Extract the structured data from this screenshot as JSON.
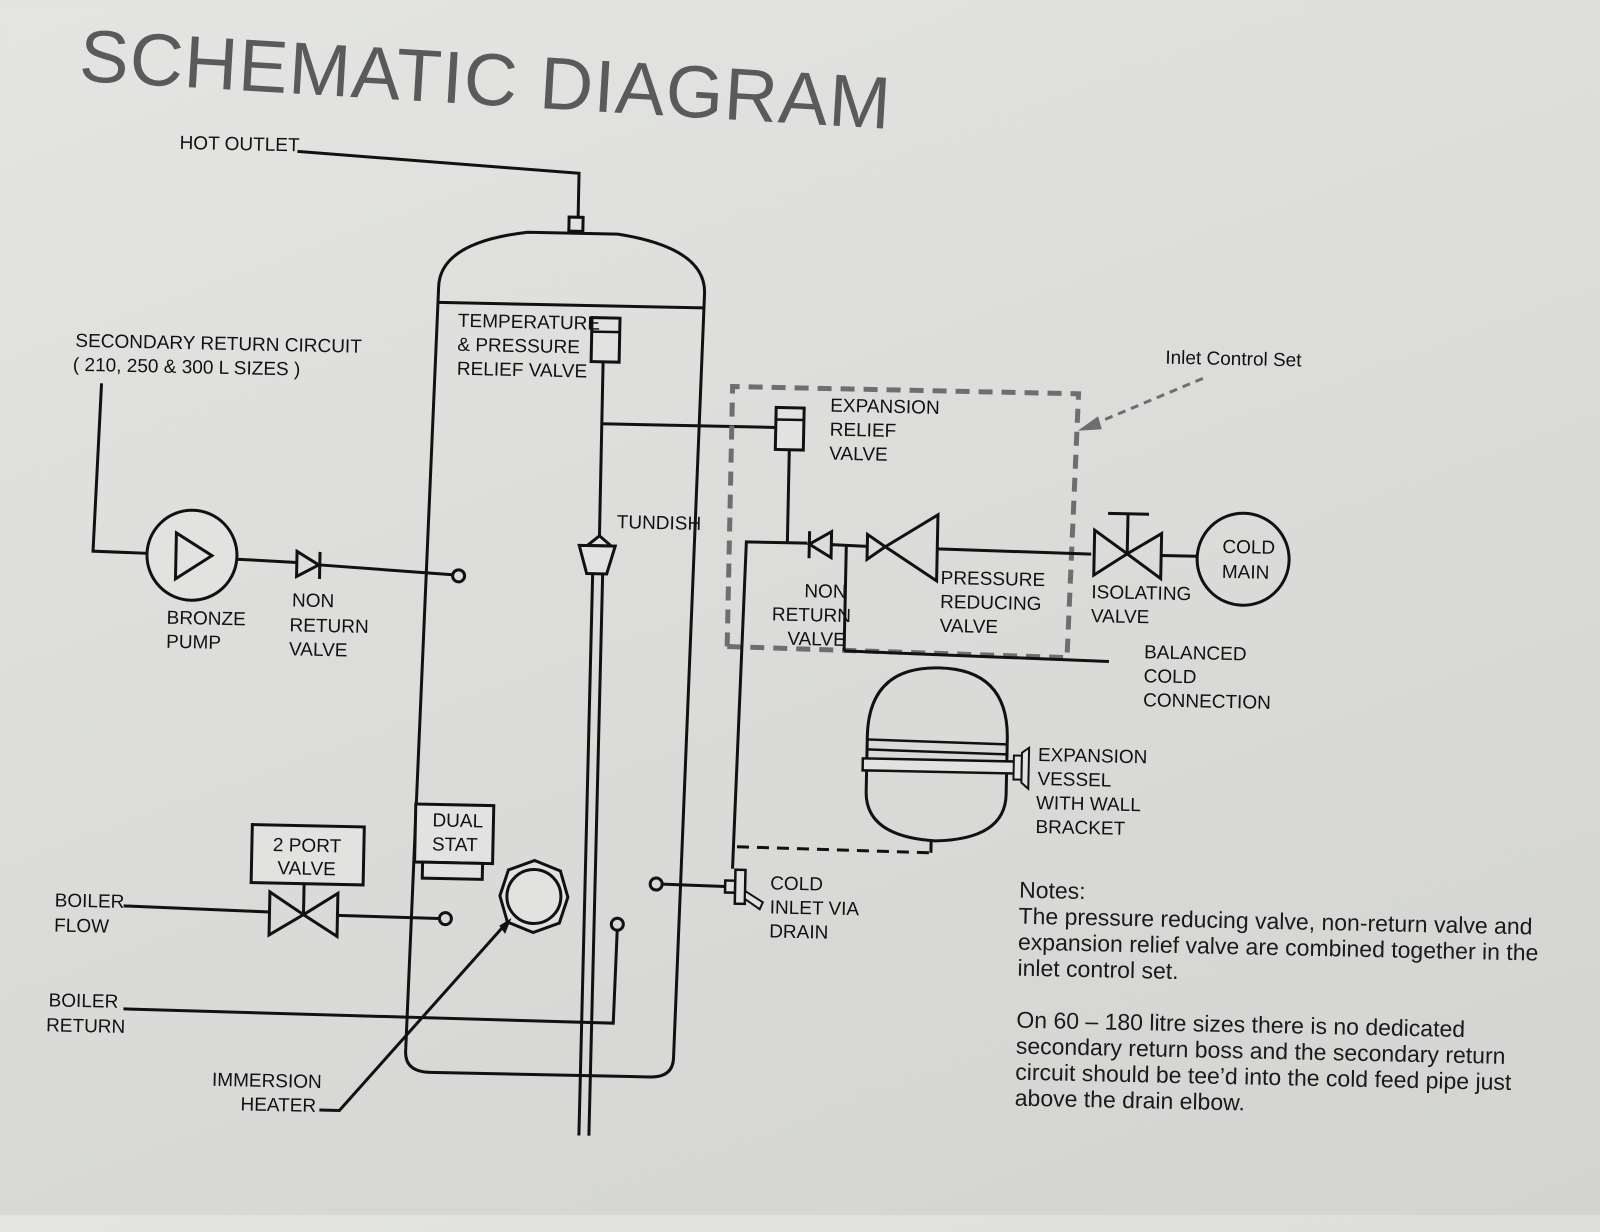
{
  "title": "SCHEMATIC DIAGRAM",
  "labels": {
    "hot_outlet": "HOT OUTLET",
    "secondary_return": [
      "SECONDARY RETURN CIRCUIT",
      "( 210, 250 & 300 L SIZES )"
    ],
    "tpr_valve": [
      "TEMPERATURE",
      "& PRESSURE",
      "RELIEF VALVE"
    ],
    "bronze_pump": [
      "BRONZE",
      "PUMP"
    ],
    "non_return_valve_left": [
      "NON",
      "RETURN",
      "VALVE"
    ],
    "tundish": "TUNDISH",
    "expansion_relief_valve": [
      "EXPANSION",
      "RELIEF",
      "VALVE"
    ],
    "inlet_control_set": "Inlet Control Set",
    "non_return_valve_right": [
      "NON",
      "RETURN",
      "VALVE"
    ],
    "pressure_reducing_valve": [
      "PRESSURE",
      "REDUCING",
      "VALVE"
    ],
    "isolating_valve": [
      "ISOLATING",
      "VALVE"
    ],
    "cold_main": [
      "COLD",
      "MAIN"
    ],
    "balanced_cold": [
      "BALANCED",
      "COLD",
      "CONNECTION"
    ],
    "expansion_vessel": [
      "EXPANSION",
      "VESSEL",
      "WITH WALL",
      "BRACKET"
    ],
    "dual_stat": [
      "DUAL",
      "STAT"
    ],
    "two_port_valve": [
      "2 PORT",
      "VALVE"
    ],
    "boiler_flow": [
      "BOILER",
      "FLOW"
    ],
    "boiler_return": [
      "BOILER",
      "RETURN"
    ],
    "immersion_heater": [
      "IMMERSION",
      "HEATER"
    ],
    "cold_inlet_drain": [
      "COLD",
      "INLET VIA",
      "DRAIN"
    ]
  },
  "notes": {
    "heading": "Notes:",
    "paragraphs": [
      [
        "The pressure reducing valve, non-return valve and",
        "expansion relief valve are combined together in the",
        "inlet control set."
      ],
      [
        "On 60 – 180 litre sizes there is no dedicated",
        "secondary return boss and the secondary return",
        "circuit should be tee’d into the cold feed pipe just",
        "above the drain elbow."
      ]
    ]
  }
}
